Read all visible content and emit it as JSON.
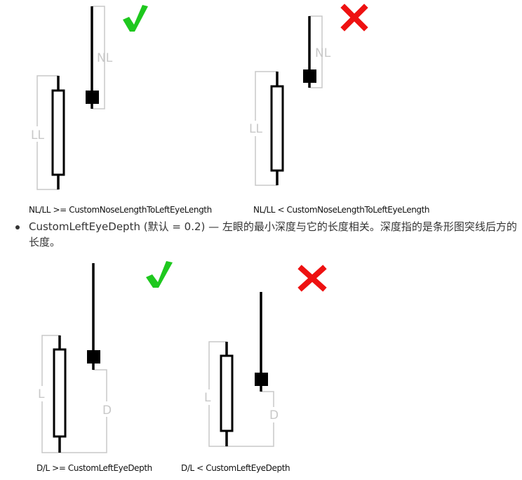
{
  "diagram1": {
    "left_label": "LL",
    "right_label": "NL",
    "verdict_icon": "check-icon",
    "caption": "NL/LL >= CustomNoseLengthToLeftEyeLength"
  },
  "diagram2": {
    "left_label": "LL",
    "right_label": "NL",
    "verdict_icon": "cross-icon",
    "caption": "NL/LL < CustomNoseLengthToLeftEyeLength"
  },
  "bullet": {
    "text": "CustomLeftEyeDepth (默认 = 0.2) — 左眼的最小深度与它的长度相关。深度指的是条形图突线后方的长度。"
  },
  "diagram3": {
    "left_label": "L",
    "right_label": "D",
    "verdict_icon": "check-icon",
    "caption": "D/L >= CustomLeftEyeDepth"
  },
  "diagram4": {
    "left_label": "L",
    "right_label": "D",
    "verdict_icon": "cross-icon",
    "caption": "D/L < CustomLeftEyeDepth"
  },
  "colors": {
    "check": "#1ec81e",
    "cross": "#ee1111",
    "bracket": "#c8c8c8",
    "candle": "#000000"
  }
}
